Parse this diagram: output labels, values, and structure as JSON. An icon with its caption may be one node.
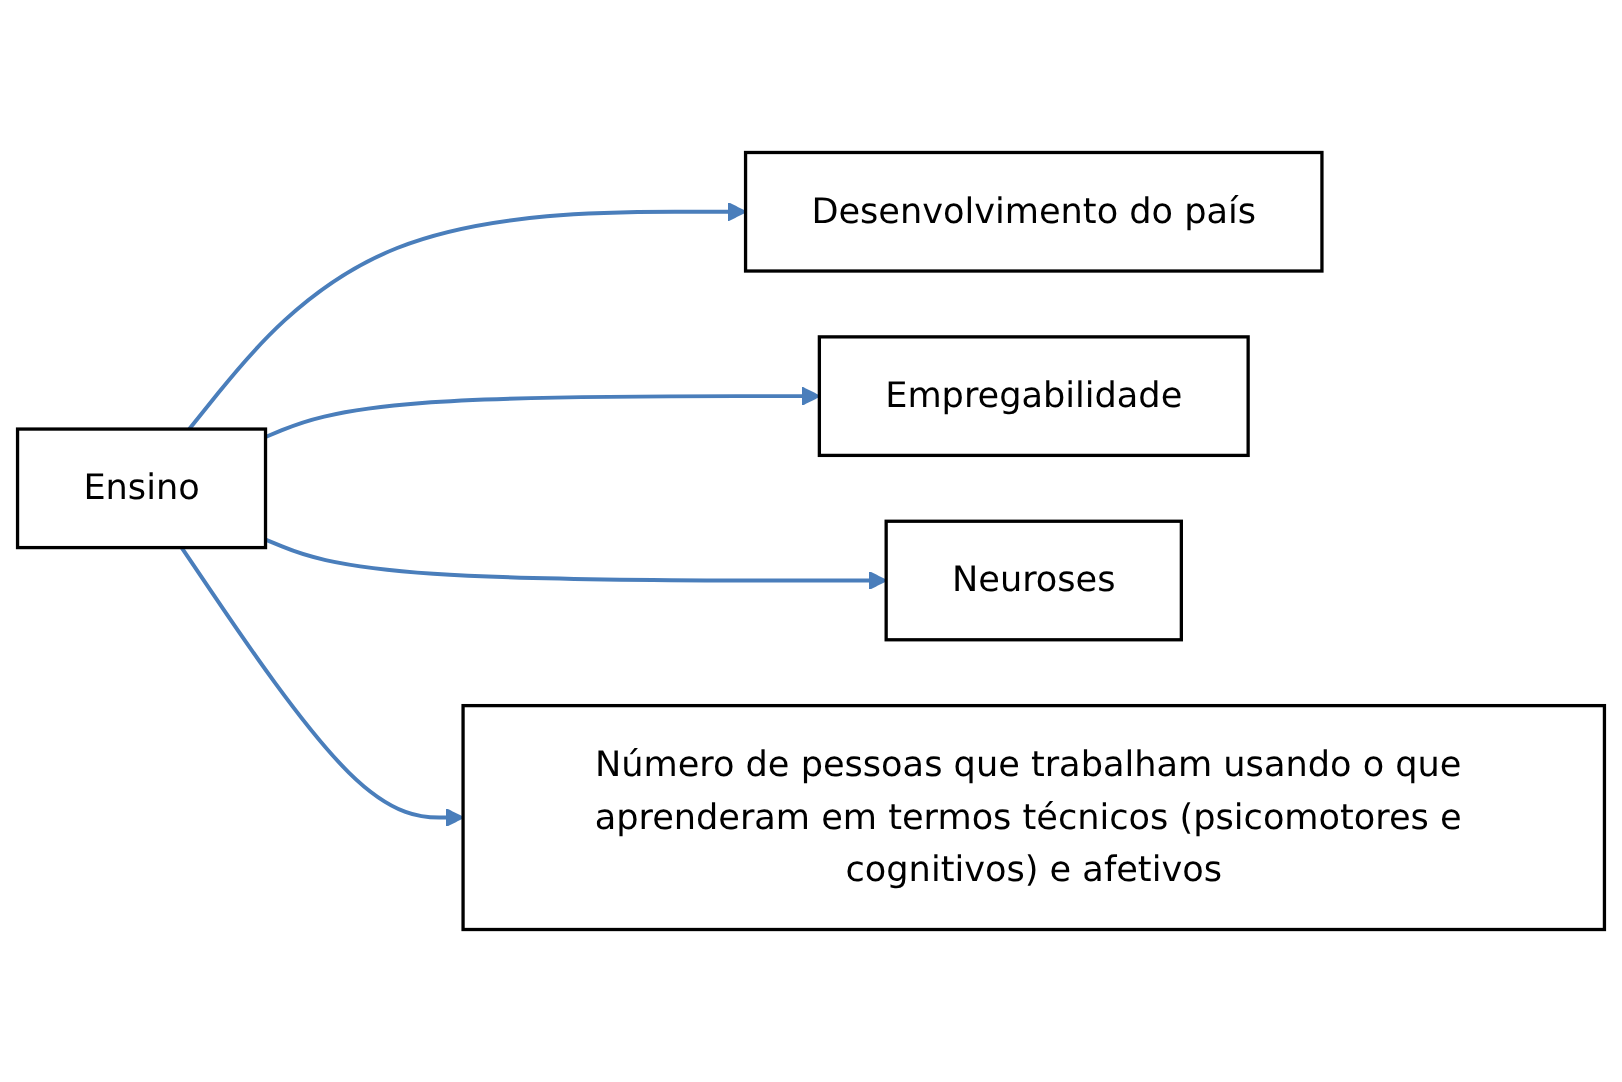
{
  "diagram": {
    "nodes": [
      {
        "text": [
          "Ensino"
        ]
      },
      {
        "text": [
          "Desenvolvimento do país"
        ]
      },
      {
        "text": [
          "Empregabilidade"
        ]
      },
      {
        "text": [
          "Neuroses"
        ]
      },
      {
        "text": [
          "Número de pessoas que trabalham usando o que aprenderam em termos técnicos (psicomotores e cognitivos) e afetivos"
        ]
      }
    ],
    "edges": [
      {
        "from": 0,
        "to": 1,
        "arrow": "to"
      },
      {
        "from": 0,
        "to": 2,
        "arrow": "to"
      },
      {
        "from": 0,
        "to": 3,
        "arrow": "to"
      },
      {
        "from": 0,
        "to": 4,
        "arrow": "to"
      }
    ]
  }
}
